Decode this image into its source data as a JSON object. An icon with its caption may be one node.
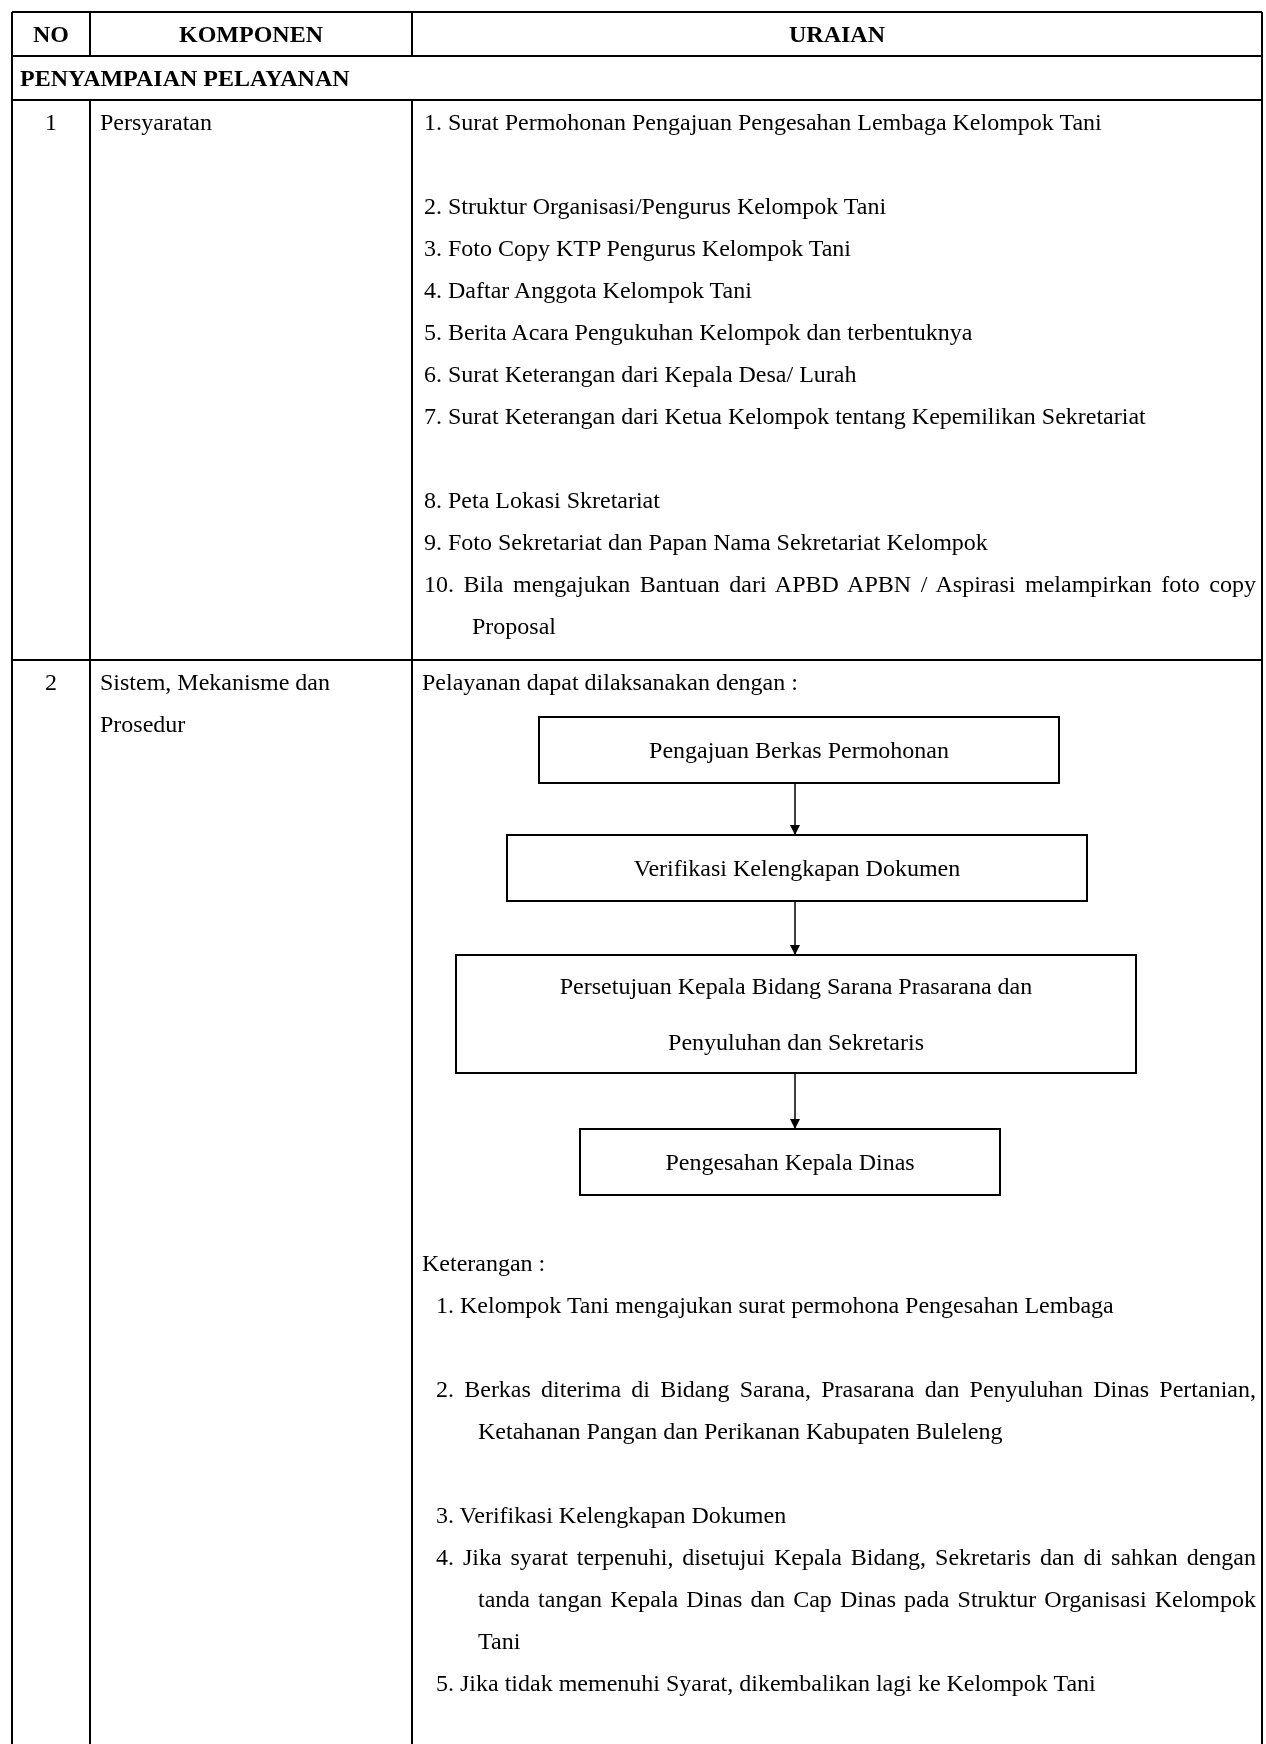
{
  "diagram": {
    "nodes": [
      {
        "text": [
          "Pengajuan Berkas Permohonan"
        ]
      },
      {
        "text": [
          "Verifikasi Kelengkapan Dokumen"
        ]
      },
      {
        "text": [
          "Persetujuan Kepala Bidang Sarana Prasarana dan Penyuluhan dan Sekretaris"
        ]
      },
      {
        "text": [
          "Pengesahan Kepala Dinas"
        ]
      }
    ],
    "edges": [
      {
        "from": 0,
        "to": 1,
        "arrow": "to"
      },
      {
        "from": 1,
        "to": 2,
        "arrow": "to"
      },
      {
        "from": 2,
        "to": 3,
        "arrow": "to"
      }
    ],
    "labels": [
      "NO",
      "KOMPONEN",
      "URAIAN",
      "PENYAMPAIAN PELAYANAN",
      "1",
      "Persyaratan",
      "1. Surat Permohonan Pengajuan Pengesahan Lembaga Kelompok Tani",
      "2. Struktur Organisasi/Pengurus Kelompok Tani",
      "3. Foto Copy KTP Pengurus Kelompok Tani",
      "4. Daftar Anggota Kelompok Tani",
      "5. Berita Acara Pengukuhan Kelompok dan terbentuknya",
      "6. Surat Keterangan dari Kepala Desa/ Lurah",
      "7. Surat Keterangan dari Ketua Kelompok tentang Kepemilikan Sekretariat",
      "8. Peta Lokasi Skretariat",
      "9. Foto Sekretariat dan Papan Nama Sekretariat Kelompok",
      "10. Bila mengajukan Bantuan dari APBD APBN / Aspirasi melampirkan foto copy Proposal",
      "2",
      "Sistem, Mekanisme dan Prosedur",
      "Pelayanan dapat dilaksanakan dengan :",
      "Keterangan :",
      "1. Kelompok Tani mengajukan surat permohona Pengesahan Lembaga",
      "2. Berkas diterima di Bidang Sarana, Prasarana dan Penyuluhan Dinas Pertanian, Ketahanan Pangan dan Perikanan Kabupaten Buleleng",
      "3. Verifikasi Kelengkapan Dokumen",
      "4. Jika syarat terpenuhi, disetujui Kepala Bidang, Sekretaris dan di sahkan dengan tanda tangan Kepala Dinas dan Cap Dinas pada Struktur Organisasi Kelompok Tani",
      "5. Jika tidak memenuhi Syarat, dikembalikan lagi ke Kelompok Tani"
    ]
  }
}
